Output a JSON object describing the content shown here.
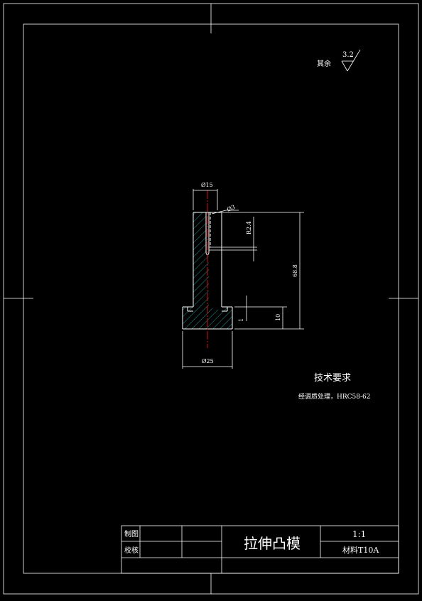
{
  "drawing": {
    "surface_finish": {
      "label": "其余",
      "roughness": "3.2"
    },
    "dimensions": {
      "top_dia": "Ø15",
      "bottom_dia": "Ø25",
      "hole_dia": "Ø3",
      "slot_dim": "R2.4",
      "height_total": "68.8",
      "base_height": "10",
      "step_height": "1"
    },
    "tech_requirements": {
      "title": "技术要求",
      "line1": "经调质处理，HRC58-62"
    },
    "title_block": {
      "drawn_by": "制图",
      "checked_by": "校核",
      "part_name": "拉伸凸模",
      "scale": "1:1",
      "material": "材料T10A"
    }
  },
  "colors": {
    "background": "#000000",
    "line": "#ffffff",
    "hatch": "#2bb7b7",
    "centerline": "#d01010"
  }
}
